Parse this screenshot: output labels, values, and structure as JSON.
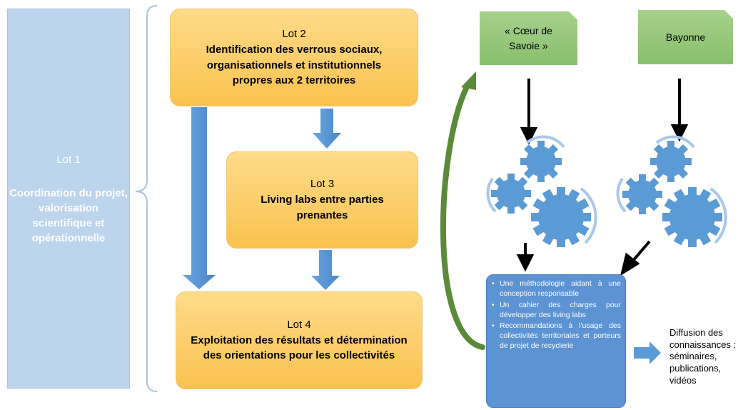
{
  "lot1": {
    "title": "Lot 1",
    "desc": "Coordination du projet, valorisation scientifique et opérationnelle"
  },
  "lot2": {
    "title": "Lot 2",
    "desc": "Identification des verrous sociaux, organisationnels et institutionnels propres aux 2 territoires"
  },
  "lot3": {
    "title": "Lot 3",
    "desc": "Living labs entre parties prenantes"
  },
  "lot4": {
    "title": "Lot 4",
    "desc": "Exploitation des résultats et détermination des orientations pour les collectivités"
  },
  "territories": {
    "coeur": "« Cœur de Savoie »",
    "bayonne": "Bayonne"
  },
  "outputs": [
    "Une méthodologie aidant à une conception responsable",
    "Un cahier des charges pour développer des living labs",
    "Recommandations à l'usage des collectivités territoriales et porteurs de projet de recyclerie"
  ],
  "diffusion": "Diffusion des connaissances : séminaires, publications, vidéos",
  "icons": {
    "gears": "gears-icon"
  },
  "colors": {
    "lot1": "#bcd4ec",
    "orange": "#f9c24f",
    "green": "#88bf6b",
    "blue_arrow": "#5b9bd5",
    "green_arrow": "#5a8a3a",
    "output_box": "#5b93d3"
  }
}
